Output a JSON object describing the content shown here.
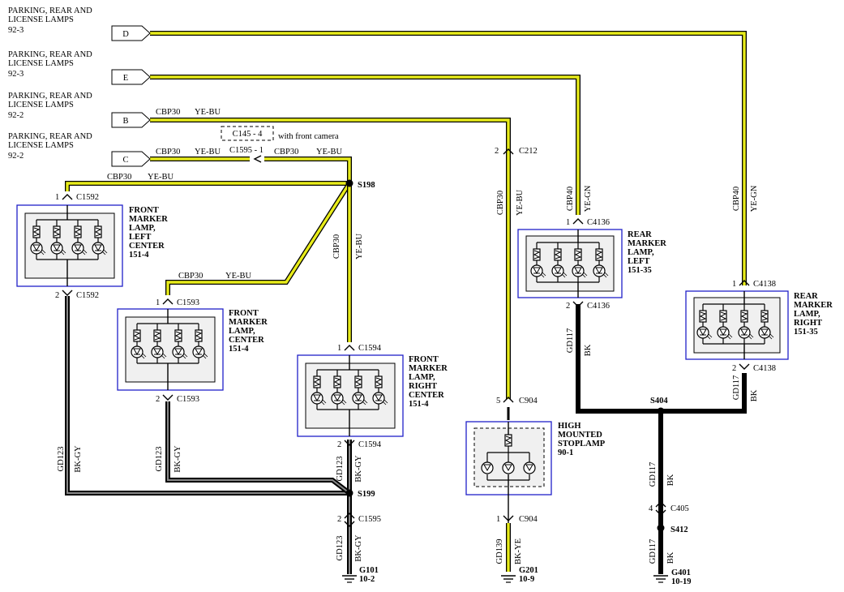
{
  "sources": [
    {
      "title": "PARKING, REAR AND LICENSE LAMPS",
      "ref": "92-3",
      "pin": "D"
    },
    {
      "title": "PARKING, REAR AND LICENSE LAMPS",
      "ref": "92-3",
      "pin": "E"
    },
    {
      "title": "PARKING, REAR AND LICENSE LAMPS",
      "ref": "92-2",
      "pin": "B"
    },
    {
      "title": "PARKING, REAR AND LICENSE LAMPS",
      "ref": "92-2",
      "pin": "C"
    }
  ],
  "wire_labels": {
    "cbp30": "CBP30",
    "cbp40": "CBP40",
    "gd123": "GD123",
    "gd117": "GD117",
    "gd139": "GD139",
    "yebu": "YE-BU",
    "yegn": "YE-GN",
    "bkgy": "BK-GY",
    "bk": "BK",
    "bkye": "BK-YE"
  },
  "option_box": {
    "connector": "C145 - 4",
    "note": "with front camera"
  },
  "inline_connector": "C1595 - 1",
  "splices": {
    "s198": "S198",
    "s199": "S199",
    "s404": "S404",
    "s412": "S412"
  },
  "connectors": {
    "c1592": "C1592",
    "c1593": "C1593",
    "c1594": "C1594",
    "c1595": "C1595",
    "c212": "C212",
    "c904": "C904",
    "c4136": "C4136",
    "c4138": "C4138",
    "c405": "C405"
  },
  "pins": {
    "p1": "1",
    "p2": "2",
    "p4": "4",
    "p5": "5"
  },
  "components": [
    {
      "lines": [
        "FRONT",
        "MARKER",
        "LAMP,",
        "LEFT",
        "CENTER",
        "151-4"
      ]
    },
    {
      "lines": [
        "FRONT",
        "MARKER",
        "LAMP,",
        "CENTER",
        "151-4"
      ]
    },
    {
      "lines": [
        "FRONT",
        "MARKER",
        "LAMP,",
        "RIGHT",
        "CENTER",
        "151-4"
      ]
    },
    {
      "lines": [
        "HIGH",
        "MOUNTED",
        "STOPLAMP",
        "90-1"
      ]
    },
    {
      "lines": [
        "REAR",
        "MARKER",
        "LAMP,",
        "LEFT",
        "151-35"
      ]
    },
    {
      "lines": [
        "REAR",
        "MARKER",
        "LAMP,",
        "RIGHT",
        "151-35"
      ]
    }
  ],
  "grounds": [
    {
      "id": "G101",
      "ref": "10-2"
    },
    {
      "id": "G201",
      "ref": "10-9"
    },
    {
      "id": "G401",
      "ref": "10-19"
    }
  ],
  "colors": {
    "wire_yellow": "#e8ec1a",
    "wire_outline": "#000000",
    "component_border": "#2020c8",
    "component_fill": "#f0f0f0"
  }
}
